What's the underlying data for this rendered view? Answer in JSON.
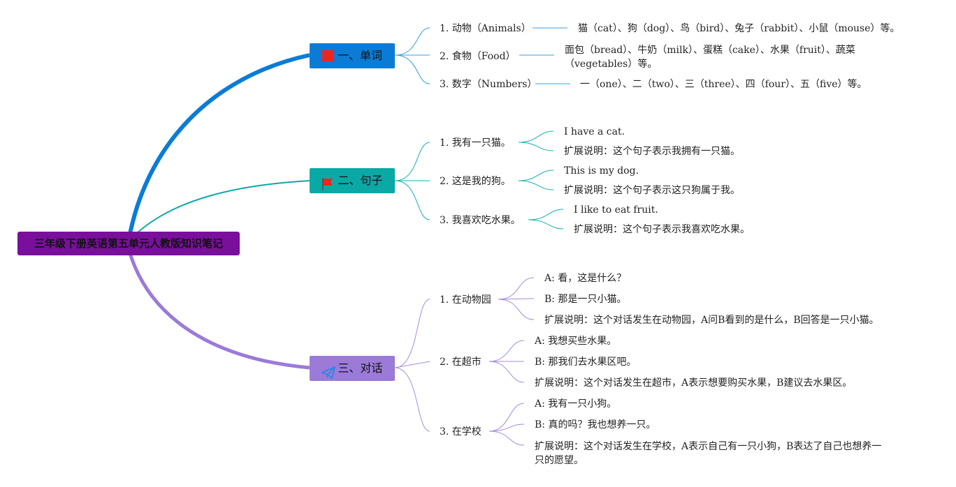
{
  "root": {
    "title": "三年级下册英语第五单元人教版知识笔记"
  },
  "colors": {
    "root": "#7a0f9c",
    "topic1": "#0a7cd6",
    "topic2": "#0aa9a6",
    "topic3": "#9b7ad8",
    "flag": "#e8281c",
    "plane": "#1e88e5"
  },
  "topics": [
    {
      "label": "一、单词",
      "icon": "red-square-flag-icon",
      "items": [
        {
          "label": "1. 动物（Animals）",
          "detail": "猫（cat）、狗（dog）、鸟（bird）、兔子（rabbit）、小鼠（mouse）等。"
        },
        {
          "label": "2. 食物（Food）",
          "detail": "面包（bread）、牛奶（milk）、蛋糕（cake）、水果（fruit）、蔬菜（vegetables）等。"
        },
        {
          "label": "3. 数字（Numbers）",
          "detail": "一（one）、二（two）、三（three）、四（four）、五（five）等。"
        }
      ]
    },
    {
      "label": "二、句子",
      "icon": "red-flag-icon",
      "items": [
        {
          "label": "1. 我有一只猫。",
          "subs": [
            "I have a cat.",
            "扩展说明：这个句子表示我拥有一只猫。"
          ]
        },
        {
          "label": "2. 这是我的狗。",
          "subs": [
            "This is my dog.",
            "扩展说明：这个句子表示这只狗属于我。"
          ]
        },
        {
          "label": "3. 我喜欢吃水果。",
          "subs": [
            "I like to eat fruit.",
            "扩展说明：这个句子表示我喜欢吃水果。"
          ]
        }
      ]
    },
    {
      "label": "三、对话",
      "icon": "paper-plane-icon",
      "items": [
        {
          "label": "1. 在动物园",
          "subs": [
            "A: 看，这是什么？",
            "B: 那是一只小猫。",
            "扩展说明：这个对话发生在动物园，A问B看到的是什么，B回答是一只小猫。"
          ]
        },
        {
          "label": "2. 在超市",
          "subs": [
            "A: 我想买些水果。",
            "B: 那我们去水果区吧。",
            "扩展说明：这个对话发生在超市，A表示想要购买水果，B建议去水果区。"
          ]
        },
        {
          "label": "3. 在学校",
          "subs": [
            "A: 我有一只小狗。",
            "B: 真的吗？我也想养一只。",
            "扩展说明：这个对话发生在学校，A表示自己有一只小狗，B表达了自己也想养一只的愿望。"
          ]
        }
      ]
    }
  ]
}
